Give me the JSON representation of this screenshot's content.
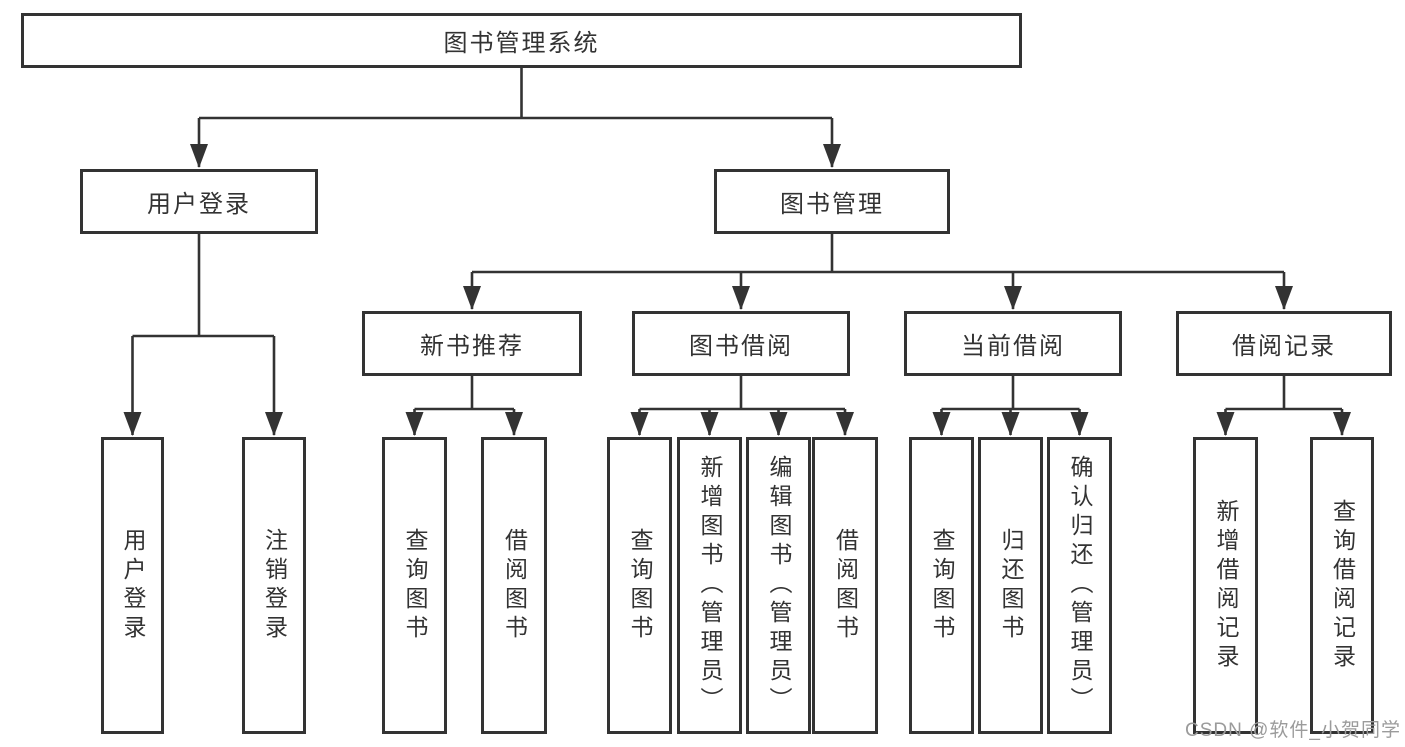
{
  "diagram": {
    "root": {
      "id": "library-management-system",
      "label": "图书管理系统"
    },
    "level2": [
      {
        "id": "user-login",
        "label": "用户登录",
        "parent": "library-management-system"
      },
      {
        "id": "book-management",
        "label": "图书管理",
        "parent": "library-management-system"
      }
    ],
    "level3": [
      {
        "id": "new-book-recommend",
        "label": "新书推荐",
        "parent": "book-management"
      },
      {
        "id": "book-borrow",
        "label": "图书借阅",
        "parent": "book-management"
      },
      {
        "id": "current-borrow",
        "label": "当前借阅",
        "parent": "book-management"
      },
      {
        "id": "borrow-records",
        "label": "借阅记录",
        "parent": "book-management"
      }
    ],
    "leaves": [
      {
        "id": "user-login-leaf",
        "label": "用户登录",
        "parent": "user-login"
      },
      {
        "id": "logout",
        "label": "注销登录",
        "parent": "user-login"
      },
      {
        "id": "search-book-recommend",
        "label": "查询图书",
        "parent": "new-book-recommend"
      },
      {
        "id": "borrow-book-recommend",
        "label": "借阅图书",
        "parent": "new-book-recommend"
      },
      {
        "id": "search-book-borrow",
        "label": "查询图书",
        "parent": "book-borrow"
      },
      {
        "id": "add-book-admin",
        "label": "新增图书（管理员）",
        "parent": "book-borrow"
      },
      {
        "id": "edit-book-admin",
        "label": "编辑图书（管理员）",
        "parent": "book-borrow"
      },
      {
        "id": "borrow-book",
        "label": "借阅图书",
        "parent": "book-borrow"
      },
      {
        "id": "search-book-current",
        "label": "查询图书",
        "parent": "current-borrow"
      },
      {
        "id": "return-book",
        "label": "归还图书",
        "parent": "current-borrow"
      },
      {
        "id": "confirm-return-admin",
        "label": "确认归还（管理员）",
        "parent": "current-borrow"
      },
      {
        "id": "add-borrow-record",
        "label": "新增借阅记录",
        "parent": "borrow-records"
      },
      {
        "id": "search-borrow-record",
        "label": "查询借阅记录",
        "parent": "borrow-records"
      }
    ]
  },
  "watermark": {
    "text": "CSDN @软件_小贺同学"
  },
  "colors": {
    "line": "#333333",
    "text": "#333333",
    "watermark": "#9b9b9b",
    "background": "#ffffff"
  }
}
